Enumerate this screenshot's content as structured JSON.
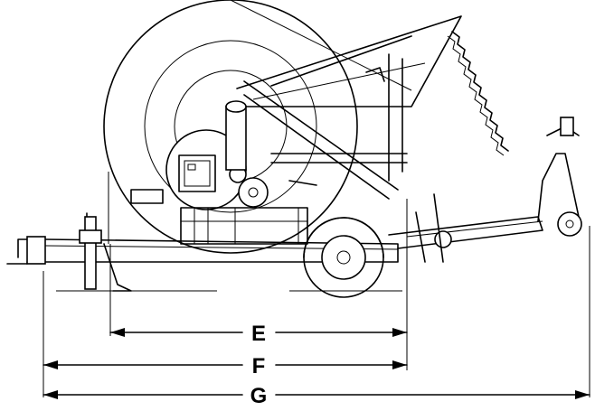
{
  "dimensions": {
    "e": "E",
    "f": "F",
    "g": "G"
  }
}
